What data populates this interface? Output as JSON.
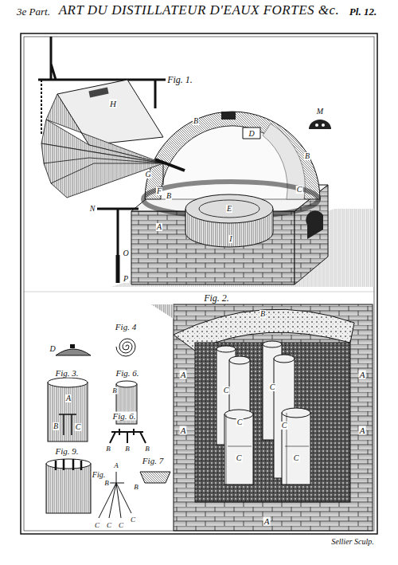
{
  "diagram": {
    "title": "ART DU DISTILLATEUR D'EAUX FORTES &c.",
    "labels": [
      "3e Part.",
      "Pl. 12.",
      "Fig. 1.",
      "H",
      "G",
      "F",
      "E",
      "I",
      "D",
      "B",
      "B",
      "C",
      "A",
      "B",
      "M",
      "N",
      "O",
      "P",
      "Fig. 2.",
      "B",
      "A",
      "A",
      "A",
      "A",
      "A",
      "C",
      "C",
      "C",
      "C",
      "C",
      "C",
      "D",
      "Fig. 3.",
      "A",
      "B",
      "C",
      "Fig. 4",
      "Fig. 6.",
      "B",
      "Fig. 6.",
      "B",
      "B",
      "B",
      "Fig. 9.",
      "Fig.",
      "A",
      "B",
      "C",
      "C",
      "C",
      "C",
      "Fig. 7",
      "B",
      "Sellier Sculp."
    ]
  }
}
